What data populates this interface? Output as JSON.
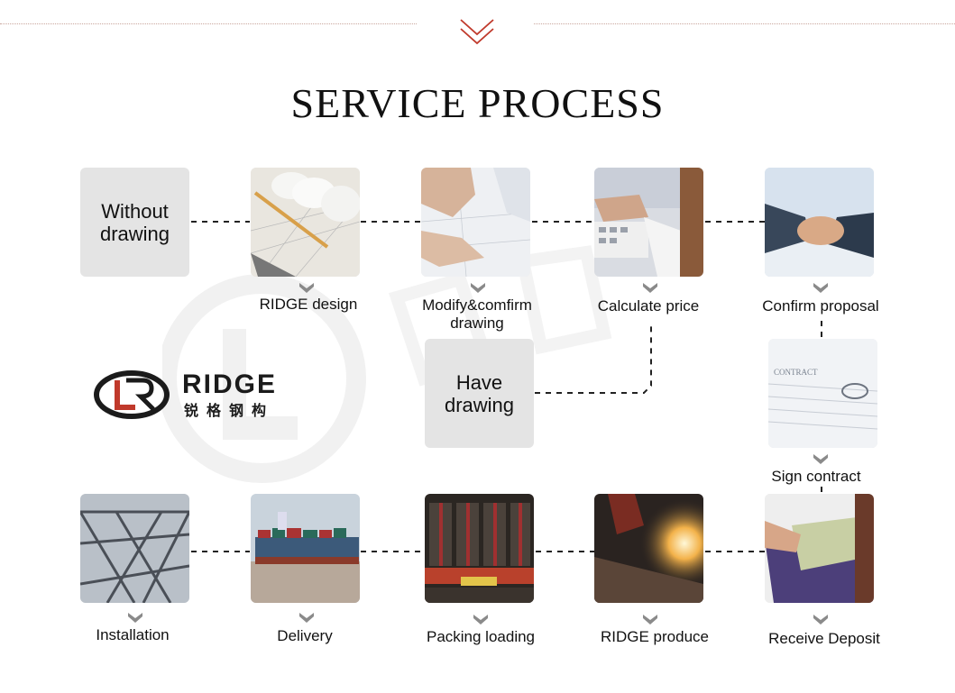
{
  "header": {
    "title": "SERVICE PROCESS",
    "chevron_icon": "double-chevron-down-icon",
    "accent_color": "#c0392b"
  },
  "logo": {
    "brand_word": "RIDGE",
    "brand_chinese": "锐格钢构",
    "mark_icon": "ridge-logo-icon"
  },
  "steps": {
    "without_drawing": "Without drawing",
    "ridge_design": "RIDGE design",
    "modify_confirm": "Modify&comfirm drawing",
    "calculate_price": "Calculate price",
    "confirm_proposal": "Confirm proposal",
    "have_drawing": "Have drawing",
    "sign_contract": "Sign contract",
    "receive_deposit": "Receive Deposit",
    "ridge_produce": "RIDGE produce",
    "packing_loading": "Packing loading",
    "delivery": "Delivery",
    "installation": "Installation"
  },
  "icons": {
    "down_arrow": "chevron-down-icon"
  }
}
